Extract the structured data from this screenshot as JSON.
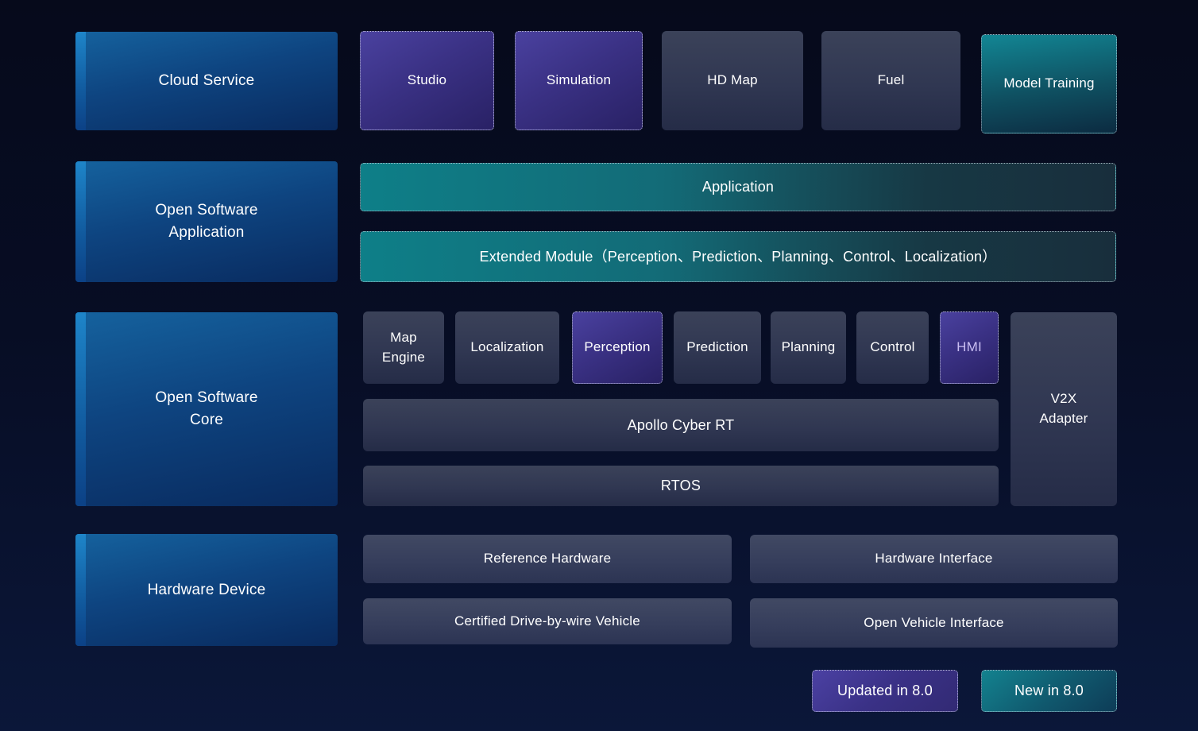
{
  "categories": {
    "cloud_service": "Cloud Service",
    "open_software_application": "Open Software\nApplication",
    "open_software_core": "Open Software\nCore",
    "hardware_device": "Hardware Device"
  },
  "cloud_row": {
    "studio": "Studio",
    "simulation": "Simulation",
    "hd_map": "HD Map",
    "fuel": "Fuel",
    "model_training": "Model Training"
  },
  "application_row": {
    "application": "Application",
    "extended_module": "Extended Module（Perception、Prediction、Planning、Control、Localization）"
  },
  "core_row": {
    "map_engine": "Map\nEngine",
    "localization": "Localization",
    "perception": "Perception",
    "prediction": "Prediction",
    "planning": "Planning",
    "control": "Control",
    "hmi": "HMI",
    "cyber_rt": "Apollo Cyber RT",
    "rtos": "RTOS",
    "v2x_adapter": "V2X\nAdapter"
  },
  "hardware_row": {
    "reference_hardware": "Reference Hardware",
    "hardware_interface": "Hardware Interface",
    "certified_vehicle": "Certified Drive-by-wire Vehicle",
    "open_vehicle_interface": "Open Vehicle Interface"
  },
  "legend": {
    "updated_label": "Updated in 8.0",
    "new_label": "New in 8.0"
  },
  "colors": {
    "category_blue": "#15629e",
    "accent_stripe_blue": "#1e85c9",
    "updated_purple": "#4a419f",
    "new_teal": "#0e7f88",
    "module_slate": "#3b4259",
    "hmi_text": "#c9bef2",
    "background_navy": "#060a1b"
  }
}
